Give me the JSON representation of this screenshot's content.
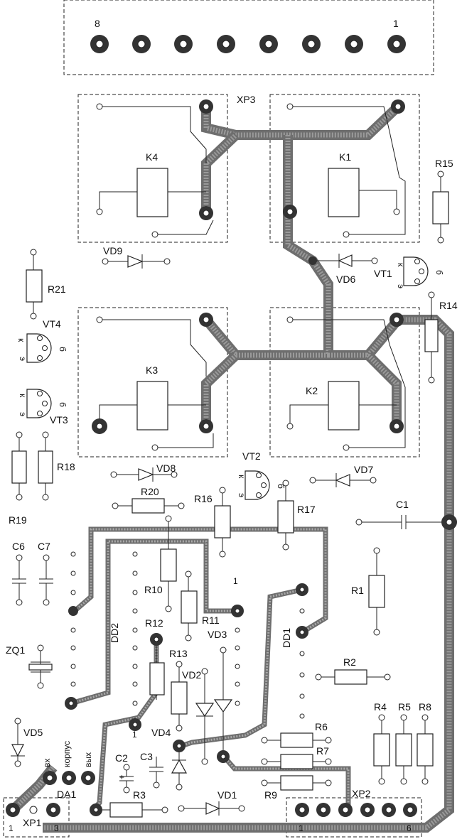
{
  "board": {
    "connectors": {
      "top": {
        "pin_first": "8",
        "pin_last": "1"
      },
      "xp3": "XP3",
      "xp2": {
        "name": "XP2",
        "pin_first": "1",
        "pin_last": "6"
      },
      "xp1": {
        "name": "XP1",
        "pin_first": "1",
        "pin_last": "3"
      }
    },
    "relays": [
      "K4",
      "K1",
      "K3",
      "K2"
    ],
    "resistors": [
      "R1",
      "R2",
      "R3",
      "R4",
      "R5",
      "R6",
      "R7",
      "R8",
      "R9",
      "R10",
      "R11",
      "R12",
      "R13",
      "R14",
      "R15",
      "R16",
      "R17",
      "R18",
      "R19",
      "R20",
      "R21"
    ],
    "diodes": [
      "VD1",
      "VD2",
      "VD3",
      "VD4",
      "VD5",
      "VD6",
      "VD7",
      "VD8",
      "VD9"
    ],
    "transistors": [
      "VT1",
      "VT2",
      "VT3",
      "VT4"
    ],
    "transistor_pins": {
      "k": "к",
      "b": "б",
      "e": "э"
    },
    "capacitors": [
      "C1",
      "C2",
      "C3",
      "C6",
      "C7"
    ],
    "ics": {
      "dd1": "DD1",
      "dd2": "DD2",
      "da1": "DA1",
      "pin1": "1"
    },
    "crystal": "ZQ1",
    "da1_pins": {
      "in": "вх",
      "case": "корпус",
      "out": "вых"
    },
    "polarity": "+"
  }
}
